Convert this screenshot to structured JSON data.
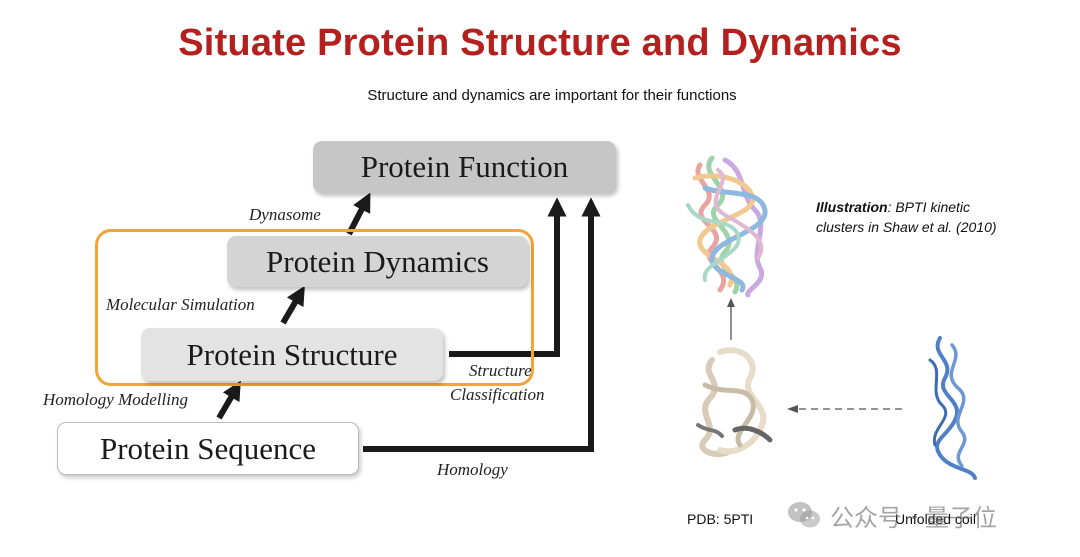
{
  "title": "Situate Protein Structure and Dynamics",
  "subtitle": "Structure and dynamics are important for their functions",
  "boxes": {
    "function": "Protein Function",
    "dynamics": "Protein Dynamics",
    "structure": "Protein Structure",
    "sequence": "Protein Sequence"
  },
  "labels": {
    "dynasome": "Dynasome",
    "molecular_simulation": "Molecular Simulation",
    "homology_modelling": "Homology Modelling",
    "structure_classification_line1": "Structure",
    "structure_classification_line2": "Classification",
    "homology": "Homology"
  },
  "illustration": {
    "bold": "Illustration",
    "text_line1": ": BPTI kinetic",
    "text_line2": "clusters in Shaw et al. (2010)"
  },
  "captions": {
    "pdb": "PDB: 5PTI",
    "unfolded": "Unfolded coil"
  },
  "watermark": {
    "text": "公众号 · 量子位",
    "icon": "wechat-icon"
  },
  "colors": {
    "title": "#b4201e",
    "frame": "#f0a43a",
    "arrow": "#1a1a1a"
  }
}
